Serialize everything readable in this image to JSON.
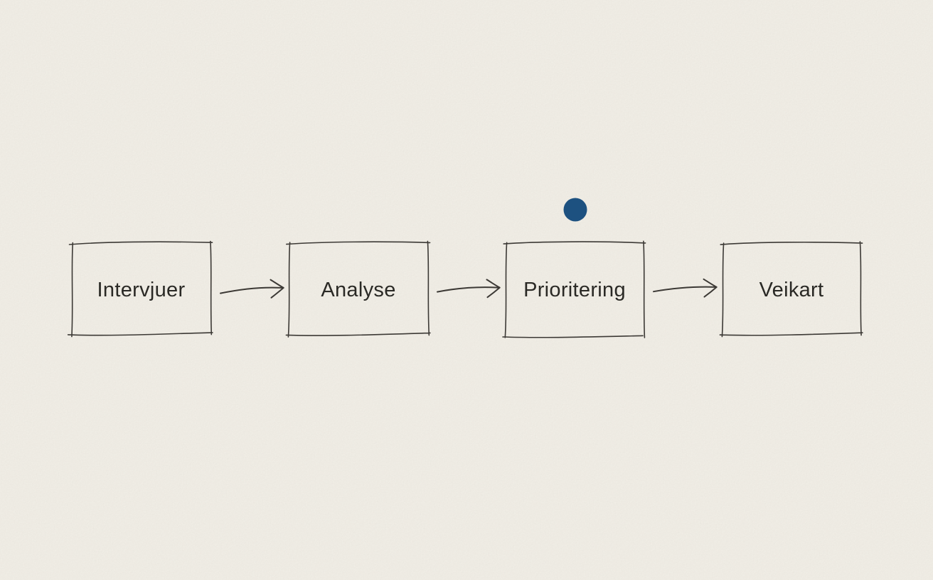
{
  "canvas": {
    "background_color": "#f4f1e9",
    "stroke_color": "#3c3935",
    "text_color": "#2a2925"
  },
  "diagram": {
    "type": "flowchart",
    "direction": "left-to-right",
    "nodes": [
      {
        "label": "Intervjuer"
      },
      {
        "label": "Analyse"
      },
      {
        "label": "Prioritering"
      },
      {
        "label": "Veikart"
      }
    ],
    "connectors": [
      {
        "from": "Intervjuer",
        "to": "Analyse",
        "style": "sketch-arrow"
      },
      {
        "from": "Analyse",
        "to": "Prioritering",
        "style": "sketch-arrow"
      },
      {
        "from": "Prioritering",
        "to": "Veikart",
        "style": "sketch-arrow"
      }
    ],
    "marker": {
      "shape": "dot",
      "color": "#1d5180",
      "above_node": "Prioritering"
    }
  }
}
